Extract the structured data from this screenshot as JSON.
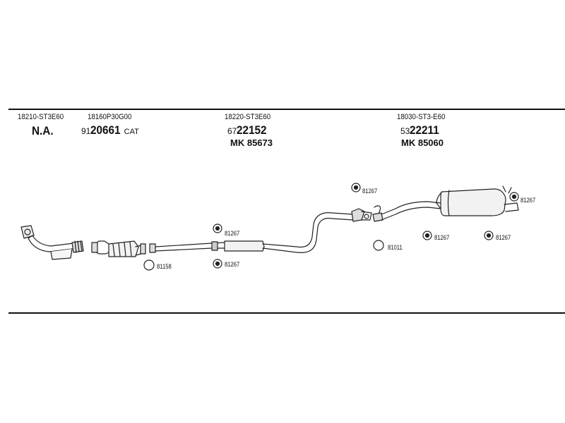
{
  "columns": [
    {
      "part_no": "18210-ST3E60",
      "code_main": "N.A."
    },
    {
      "part_no": "18160P30G00",
      "code_prefix": "91",
      "code_main": "20661",
      "code_suffix": "CAT"
    },
    {
      "part_no": "18220-ST3E60",
      "code_prefix": "67",
      "code_main": "22152",
      "mk_prefix": "MK",
      "mk_code": "85673"
    },
    {
      "part_no": "18030-ST3-E60",
      "code_prefix": "53",
      "code_main": "22211",
      "mk_prefix": "MK",
      "mk_code": "85060"
    }
  ],
  "callouts": {
    "c1": "81158",
    "c2": "81267",
    "c3": "81267",
    "c4": "81267",
    "c5": "81011",
    "c6": "81267",
    "c7": "81267",
    "c8": "81267"
  }
}
